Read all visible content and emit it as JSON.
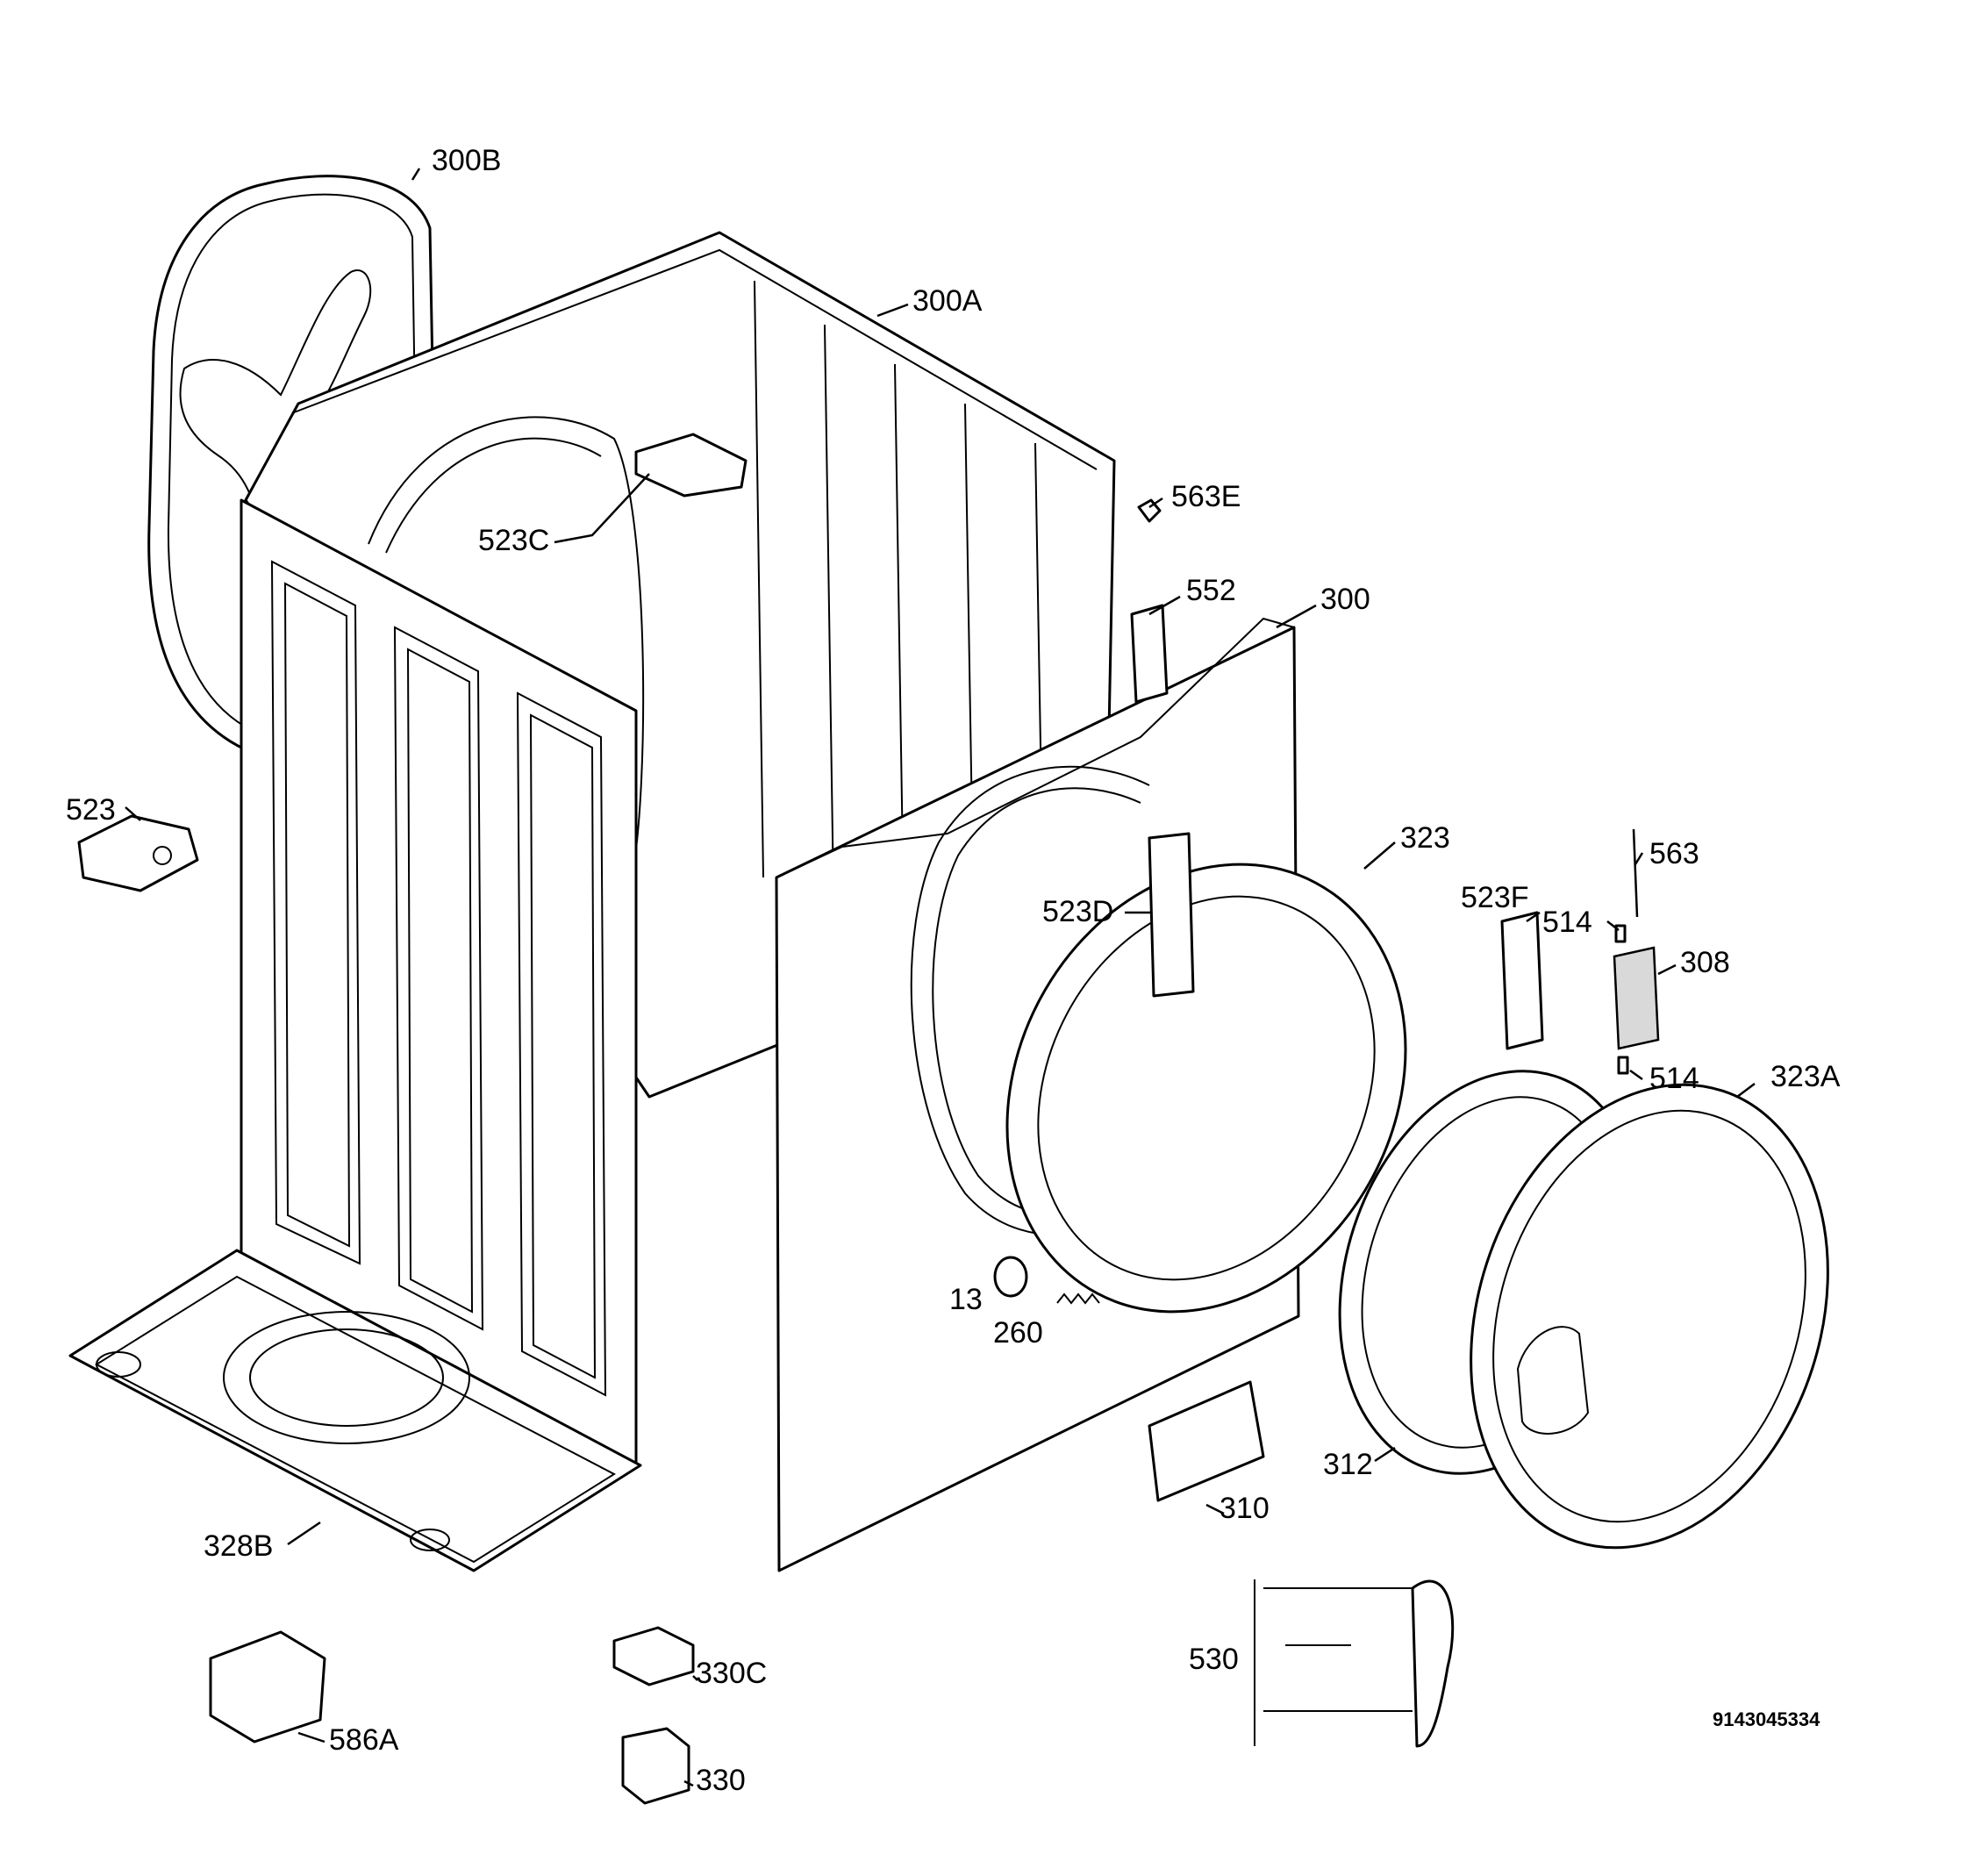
{
  "labels": {
    "l300B": "300B",
    "l300A": "300A",
    "l563E": "563E",
    "l523C": "523C",
    "l552": "552",
    "l300": "300",
    "l523": "523",
    "l323": "323",
    "l563": "563",
    "l523F": "523F",
    "l514a": "514",
    "l523D": "523D",
    "l308": "308",
    "l514b": "514",
    "l323A": "323A",
    "l13": "13",
    "l260": "260",
    "l312": "312",
    "l310": "310",
    "l328B": "328B",
    "l530": "530",
    "l330C": "330C",
    "l586A": "586A",
    "l330": "330"
  },
  "drawing_code": "9143045334"
}
